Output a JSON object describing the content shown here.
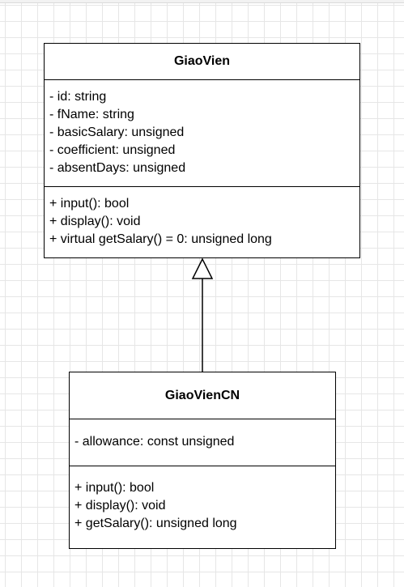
{
  "classes": {
    "giaovien": {
      "name": "GiaoVien",
      "attributes": [
        "- id: string",
        "- fName: string",
        "- basicSalary: unsigned",
        "- coefficient: unsigned",
        "- absentDays: unsigned"
      ],
      "operations": [
        "+ input(): bool",
        "+ display(): void",
        "+ virtual getSalary() = 0: unsigned long"
      ]
    },
    "giaoviencn": {
      "name": "GiaoVienCN",
      "attributes": [
        "- allowance: const unsigned"
      ],
      "operations": [
        "+ input(): bool",
        "+ display(): void",
        "+ getSalary(): unsigned long"
      ]
    }
  },
  "relationships": [
    {
      "type": "inheritance",
      "from": "GiaoVienCN",
      "to": "GiaoVien"
    }
  ],
  "colors": {
    "line": "#000000",
    "box_fill": "#ffffff",
    "grid": "#e6e6e6"
  }
}
